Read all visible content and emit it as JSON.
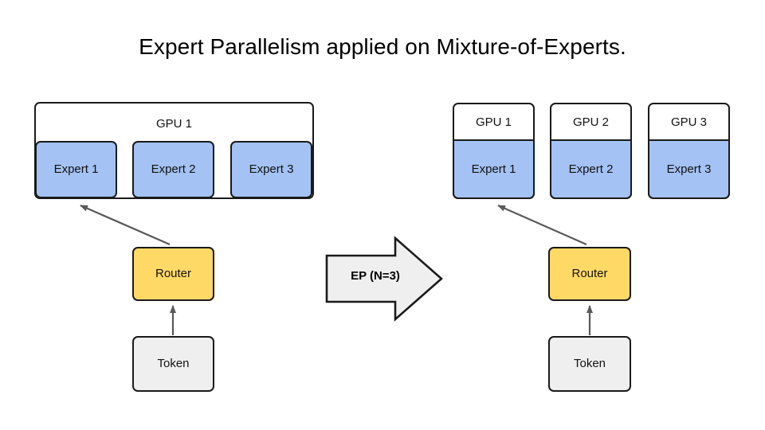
{
  "title": "Expert Parallelism applied on Mixture-of-Experts.",
  "colors": {
    "expert_fill": "#a4c2f4",
    "router_fill": "#ffd966",
    "token_fill": "#efefef",
    "gpu_fill": "#ffffff",
    "stroke": "#1a1a1a",
    "arrow_stroke": "#595959",
    "ep_arrow_fill": "#efefef",
    "background": "#ffffff"
  },
  "left_diagram": {
    "gpu": {
      "label": "GPU 1"
    },
    "experts": [
      {
        "label": "Expert 1"
      },
      {
        "label": "Expert 2"
      },
      {
        "label": "Expert 3"
      }
    ],
    "router": {
      "label": "Router"
    },
    "token": {
      "label": "Token"
    }
  },
  "transform": {
    "label": "EP (N=3)"
  },
  "right_diagram": {
    "gpus": [
      {
        "label": "GPU 1",
        "expert": "Expert 1"
      },
      {
        "label": "GPU 2",
        "expert": "Expert 2"
      },
      {
        "label": "GPU 3",
        "expert": "Expert 3"
      }
    ],
    "router": {
      "label": "Router"
    },
    "token": {
      "label": "Token"
    }
  }
}
